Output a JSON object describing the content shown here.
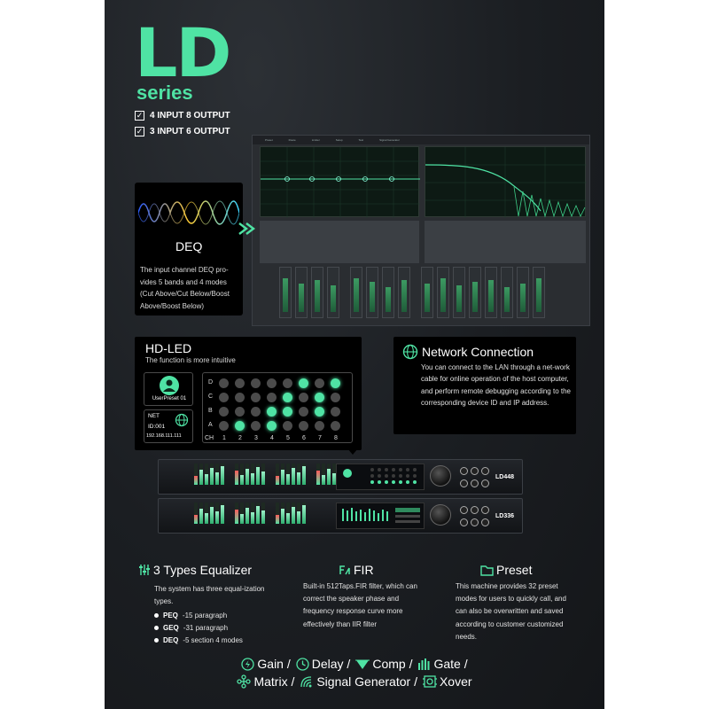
{
  "brand": {
    "title": "LD",
    "subtitle": "series"
  },
  "checks": [
    {
      "label": "4 INPUT 8 OUTPUT"
    },
    {
      "label": "3 INPUT 6 OUTPUT"
    }
  ],
  "software": {
    "tabs": [
      "Preset",
      "Route",
      "Limiter",
      "Setup",
      "Test",
      "Signal Generator"
    ]
  },
  "deq": {
    "title": "DEQ",
    "description": "The input channel DEQ pro-vides 5 bands and 4 modes (Cut Above/Cut Below/Boost Above/Boost Below)"
  },
  "hdled": {
    "title": "HD-LED",
    "subtitle": "The function is more intuitive",
    "user_label": "UserPreset 01",
    "net_label": "NET",
    "net_id": "ID:001",
    "net_ip": "192.168.111.111",
    "rows": [
      "D",
      "C",
      "B",
      "A"
    ],
    "ch_label": "CH",
    "channels": [
      "1",
      "2",
      "3",
      "4",
      "5",
      "6",
      "7",
      "8"
    ]
  },
  "network": {
    "title": "Network Connection",
    "description": "You can connect to the LAN through a net-work cable for online operation of the host computer, and perform remote debugging according to the corresponding device ID and IP address."
  },
  "units": [
    {
      "model": "LD448"
    },
    {
      "model": "LD336"
    }
  ],
  "equalizer": {
    "title": "3 Types Equalizer",
    "intro": "The system has three equal-ization types.",
    "items": [
      {
        "name": "PEQ",
        "detail": " -15 paragraph"
      },
      {
        "name": "GEQ",
        "detail": " -31 paragraph"
      },
      {
        "name": "DEQ",
        "detail": " -5 section 4 modes"
      }
    ]
  },
  "fir": {
    "title": "FIR",
    "description": "Built-in 512Taps.FIR filter, which can correct the speaker phase and frequency response curve more effectively than IIR filter"
  },
  "preset": {
    "title": "Preset",
    "description": "This machine provides 32 preset modes for users to quickly call, and can also be overwritten and saved according to customer customized needs."
  },
  "functions_line1": [
    "Gain /",
    "Delay /",
    "Comp /",
    "Gate /"
  ],
  "functions_line2": [
    "Matrix /",
    "Signal Generator /",
    "Xover"
  ],
  "colors": {
    "accent": "#4fe3a4",
    "background": "#1b1e22"
  }
}
